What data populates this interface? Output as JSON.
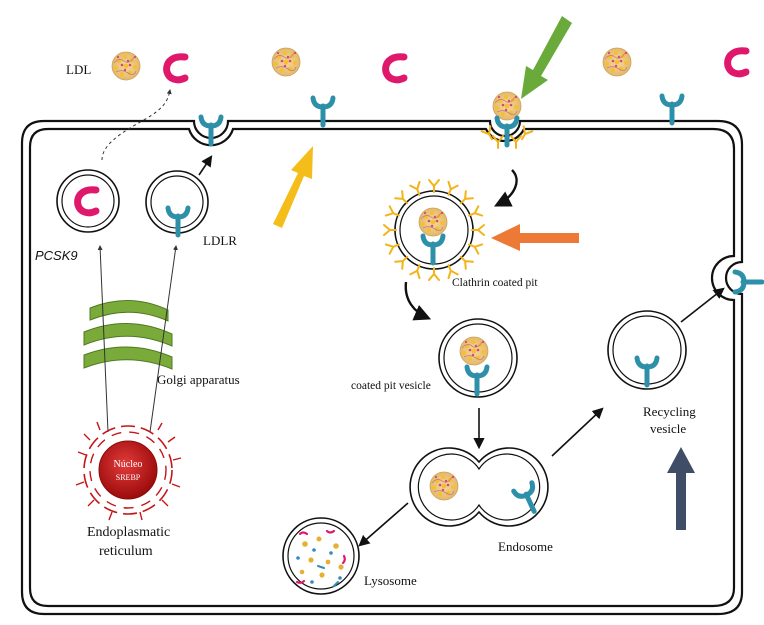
{
  "labels": {
    "ldl": "LDL",
    "pcsk9": "PCSK9",
    "ldlr": "LDLR",
    "golgi": "Golgi apparatus",
    "nucleus": "Núcleo",
    "srebp": "SREBP",
    "er_line1": "Endoplasmatic",
    "er_line2": "reticulum",
    "clathrin_pit": "Clathrin coated pit",
    "coated_vesicle": "coated pit vesicle",
    "endosome": "Endosome",
    "recycling_line1": "Recycling",
    "recycling_line2": "vesicle",
    "lysosome": "Lysosome"
  },
  "colors": {
    "membrane": "#111111",
    "receptor": "#2e8fa8",
    "pcsk9": "#e0186c",
    "clathrin": "#f2b418",
    "golgi": "#7aab3a",
    "nucleus": "#c41616",
    "arrow_green": "#6aaa3a",
    "arrow_yellow": "#f5bd1a",
    "arrow_orange": "#ec7a36",
    "arrow_navy": "#3f4d66"
  }
}
